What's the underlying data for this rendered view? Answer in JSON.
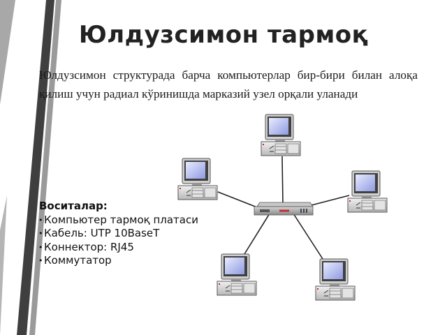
{
  "slide": {
    "title": "Юлдузсимон тармоқ",
    "description": "Юлдузсимон структурада барча компьютерлар бир-бири билан алоқа қилиш учун радиал кўринишда марказий узел орқали уланади",
    "means": {
      "heading": "Воситалар:",
      "items": [
        "Компьютер тармоқ платаси",
        "Кабель: UTP 10BaseT",
        "Коннектор: RJ45",
        "Коммутатор"
      ]
    }
  },
  "colors": {
    "deco_dark": "#4a4a4a",
    "deco_light": "#9a9a9a",
    "screen": "#b0b8f0",
    "case": "#d9d9d9",
    "cable": "#222222"
  },
  "icons": [
    "computer-icon",
    "network-switch-icon",
    "cable-line"
  ]
}
